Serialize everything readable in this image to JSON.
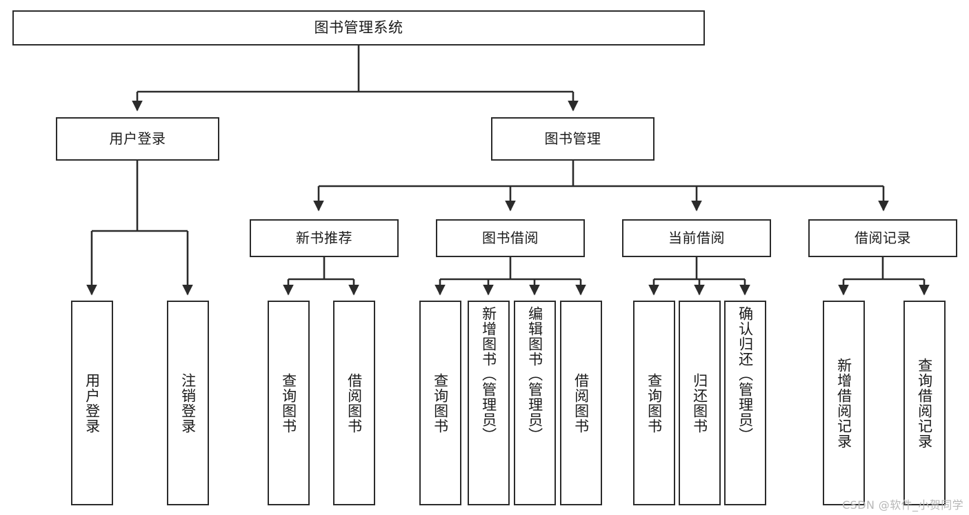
{
  "diagram": {
    "title": "图书管理系统",
    "type": "tree-hierarchy-chart",
    "watermark": "CSDN @软件_小贺同学",
    "colors": {
      "box_border": "#2b2b2b",
      "box_fill": "#ffffff",
      "edge": "#2b2b2b",
      "text": "#1a1a1a",
      "watermark": "#b7b7b7"
    }
  },
  "root": {
    "label": "图书管理系统"
  },
  "level2": [
    {
      "label": "用户登录"
    },
    {
      "label": "图书管理"
    }
  ],
  "level3": [
    {
      "label": "新书推荐"
    },
    {
      "label": "图书借阅"
    },
    {
      "label": "当前借阅"
    },
    {
      "label": "借阅记录"
    }
  ],
  "leaves": {
    "user_login": [
      {
        "label": "用户登录"
      },
      {
        "label": "注销登录"
      }
    ],
    "new_book_recommend": [
      {
        "label": "查询图书"
      },
      {
        "label": "借阅图书"
      }
    ],
    "book_borrow": [
      {
        "label": "查询图书"
      },
      {
        "label": "新增图书（管理员）"
      },
      {
        "label": "编辑图书（管理员）"
      },
      {
        "label": "借阅图书"
      }
    ],
    "current_borrow": [
      {
        "label": "查询图书"
      },
      {
        "label": "归还图书"
      },
      {
        "label": "确认归还（管理员）"
      }
    ],
    "borrow_record": [
      {
        "label": "新增借阅记录"
      },
      {
        "label": "查询借阅记录"
      }
    ]
  }
}
